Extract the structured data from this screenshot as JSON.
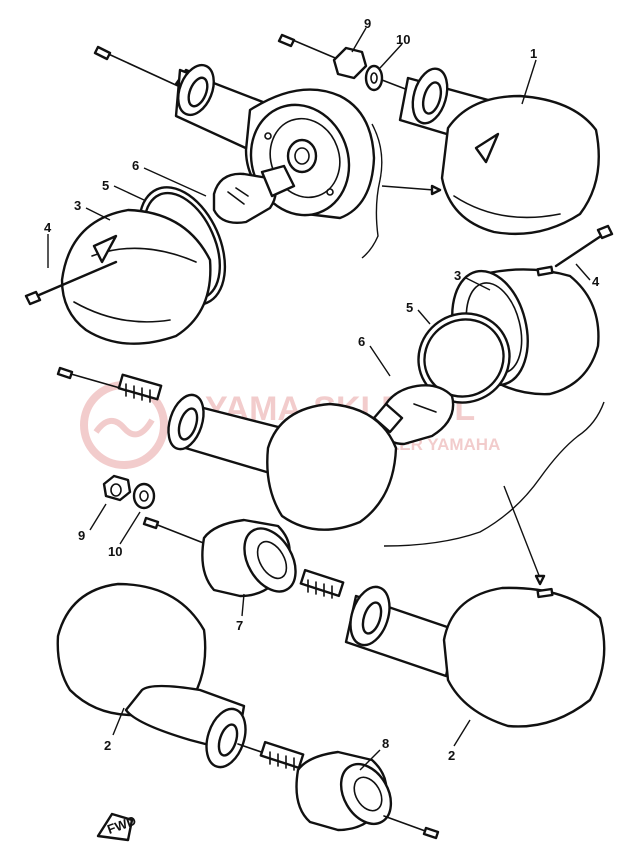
{
  "callouts": [
    {
      "num": "1"
    },
    {
      "num": "2"
    },
    {
      "num": "2"
    },
    {
      "num": "3"
    },
    {
      "num": "3"
    },
    {
      "num": "4"
    },
    {
      "num": "4"
    },
    {
      "num": "5"
    },
    {
      "num": "5"
    },
    {
      "num": "6"
    },
    {
      "num": "6"
    },
    {
      "num": "7"
    },
    {
      "num": "8"
    },
    {
      "num": "9"
    },
    {
      "num": "9"
    },
    {
      "num": "10"
    },
    {
      "num": "10"
    }
  ],
  "watermark": {
    "line1": "YAMA-SKLEP.PL",
    "line2": "WOJCIECHOWICZ DEALER YAMAHA",
    "color": "#e8a3a3"
  },
  "front_marker": {
    "text": "FWD"
  },
  "colors": {
    "ink": "#111111",
    "paper": "#ffffff"
  }
}
